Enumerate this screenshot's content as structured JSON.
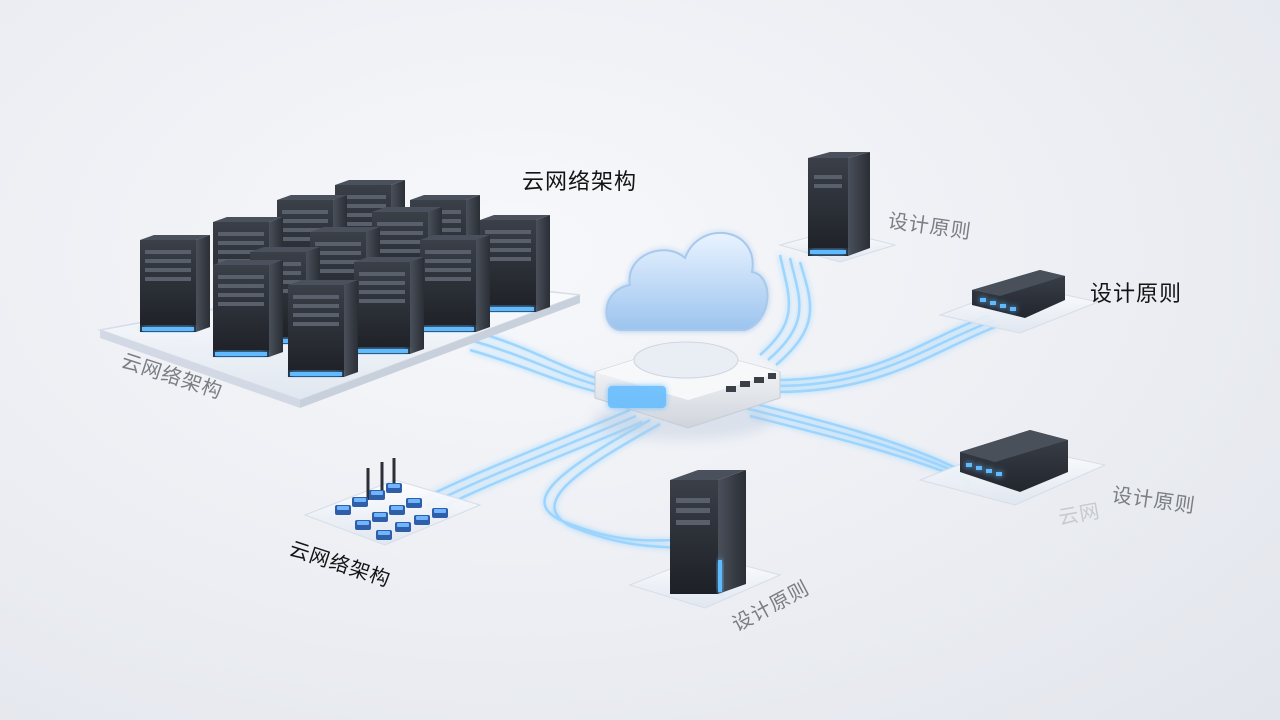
{
  "labels": {
    "cloud_title": "云网络架构",
    "principle_right": "设计原则",
    "principle_top": "设计原则",
    "principle_lower_right": "设计原则",
    "principle_lower_right_ghost": "云网",
    "principle_bottom": "设计原则",
    "cluster_left": "云网络架构",
    "devices_bottom_left": "云网络架构"
  },
  "colors": {
    "background": "#eceef3",
    "accent_glow": "#4aa8ff",
    "server_body": "#2b2f36",
    "label_dark": "#141414",
    "label_grey": "#7a7d84"
  },
  "icons": [
    "cloud-icon",
    "server-icon",
    "network-switch-icon",
    "iot-device-icon",
    "router-hub-icon"
  ]
}
